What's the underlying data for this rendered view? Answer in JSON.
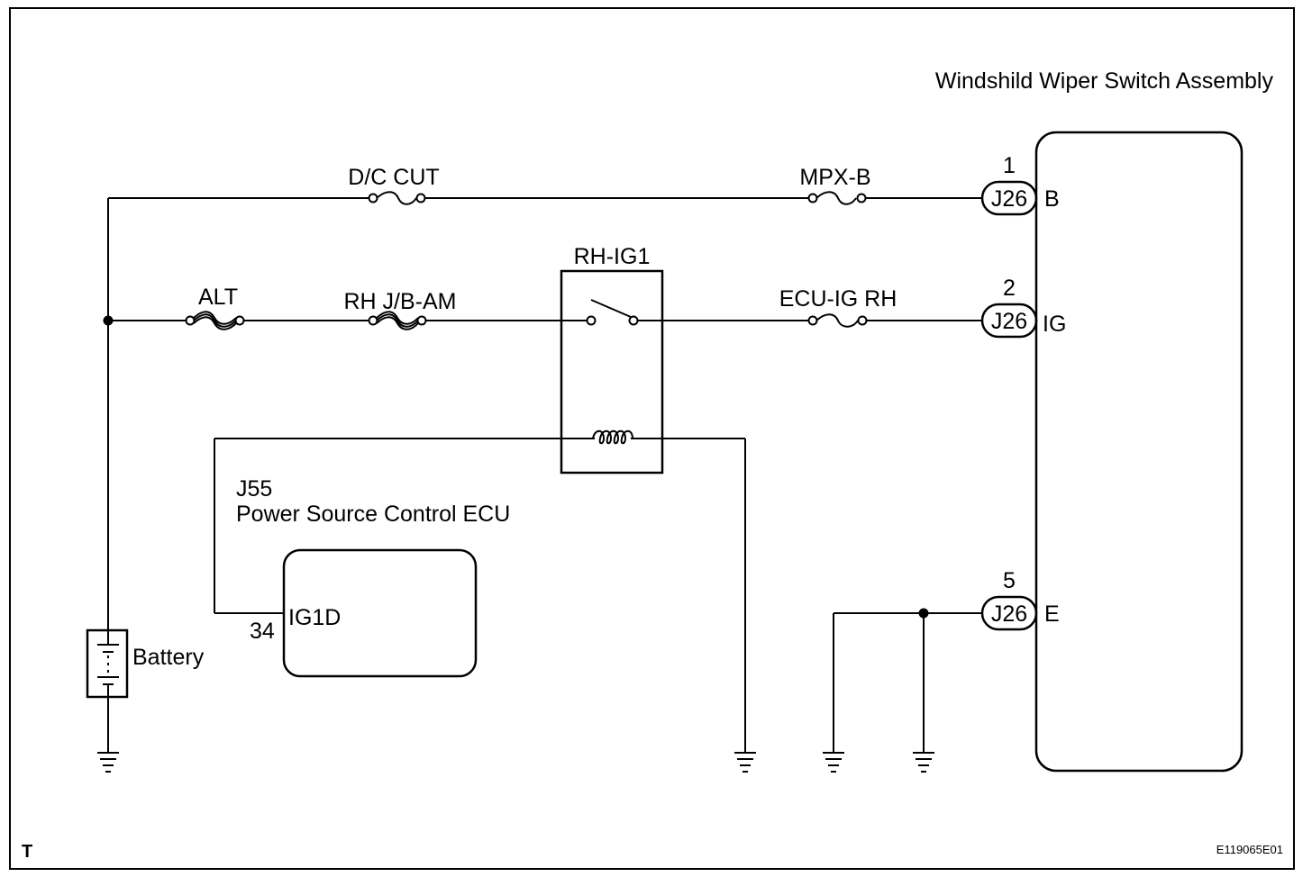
{
  "title": "Windshild Wiper Switch Assembly",
  "fuses": {
    "dc_cut": "D/C CUT",
    "mpx_b": "MPX-B",
    "alt": "ALT",
    "rh_jb_am": "RH J/B-AM",
    "ecu_ig_rh": "ECU-IG RH"
  },
  "relay": {
    "name": "RH-IG1"
  },
  "ecu": {
    "code": "J55",
    "name": "Power Source Control ECU",
    "pin_number": "34",
    "pin_name": "IG1D"
  },
  "battery": {
    "label": "Battery"
  },
  "connectors": [
    {
      "pin": "1",
      "code": "J26",
      "terminal": "B"
    },
    {
      "pin": "2",
      "code": "J26",
      "terminal": "IG"
    },
    {
      "pin": "5",
      "code": "J26",
      "terminal": "E"
    }
  ],
  "corner_mark": "T",
  "figure_code": "E119065E01"
}
